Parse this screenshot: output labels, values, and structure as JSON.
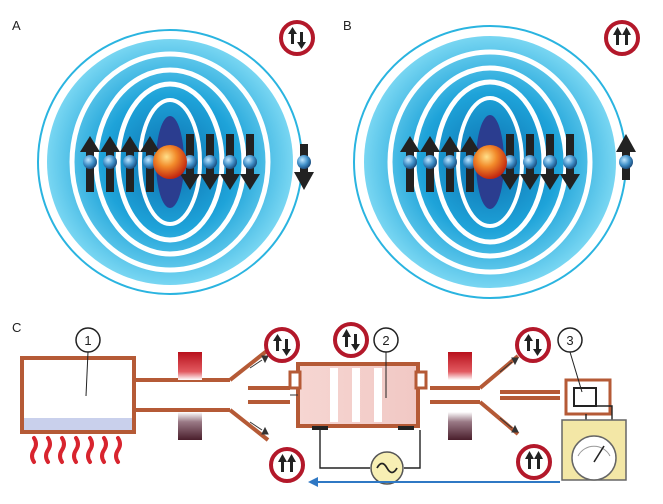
{
  "panels": {
    "a_label": "A",
    "b_label": "B",
    "c_label": "C"
  },
  "apparatus": {
    "callouts": [
      "1",
      "2",
      "3"
    ]
  },
  "colors": {
    "field_blue": "#2ab4e0",
    "nucleus": "#e2491b",
    "electron": "#3f8fc8",
    "spin_arrow": "#222222",
    "badge_ring": "#b3182a",
    "pipe": "#b55a36",
    "magnet_red": "#d31d2a",
    "magnet_dark": "#5a2a36",
    "heater": "#d8242e",
    "signal_line": "#2f78c4"
  },
  "icons": [
    "spin-state-badge-icon",
    "heater-icon",
    "ac-source-icon",
    "meter-icon"
  ]
}
